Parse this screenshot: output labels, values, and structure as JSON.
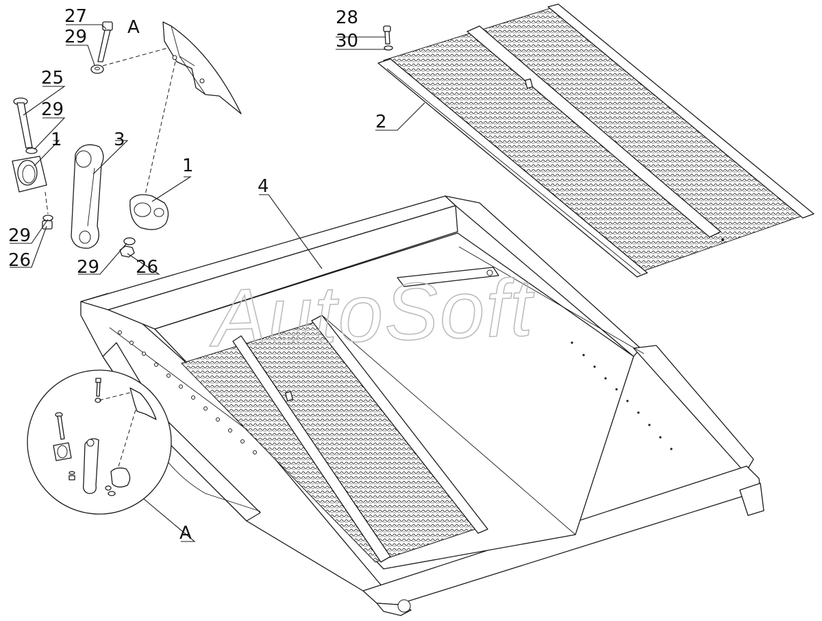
{
  "watermark": "AutoSoft",
  "callouts": {
    "c27": "27",
    "c29a": "29",
    "cA_top": "A",
    "c28": "28",
    "c30": "30",
    "c25": "25",
    "c29b": "29",
    "c1a": "1",
    "c3": "3",
    "c1b": "1",
    "c2": "2",
    "c4": "4",
    "c29c": "29",
    "c26a": "26",
    "c29d": "29",
    "c26b": "26",
    "cA_bottom": "A"
  },
  "colors": {
    "line": "#1a1a1a",
    "watermark": "#bdbdbd",
    "background": "#ffffff"
  }
}
